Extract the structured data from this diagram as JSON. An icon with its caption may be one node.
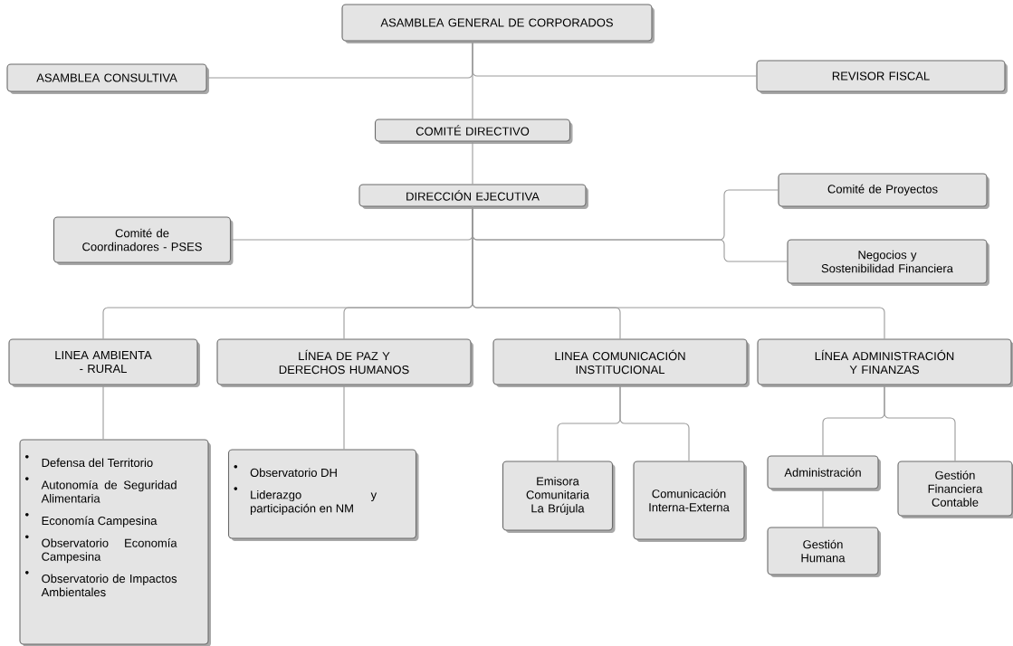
{
  "diagram": {
    "nodes": [
      {
        "text": [
          "ASAMBLEA GENERAL DE CORPORADOS"
        ]
      },
      {
        "text": [
          "ASAMBLEA CONSULTIVA"
        ]
      },
      {
        "text": [
          "REVISOR FISCAL"
        ]
      },
      {
        "text": [
          "COMITÉ DIRECTIVO"
        ]
      },
      {
        "text": [
          "DIRECCIÓN EJECUTIVA"
        ]
      },
      {
        "text": [
          "Comité de Proyectos"
        ]
      },
      {
        "text": [
          "Comité de Coordinadores - PSES"
        ]
      },
      {
        "text": [
          "Negocios y Sostenibilidad Financiera"
        ]
      },
      {
        "text": [
          "LINEA AMBIENTA - RURAL"
        ]
      },
      {
        "text": [
          "LÍNEA DE PAZ Y DERECHOS HUMANOS"
        ]
      },
      {
        "text": [
          "LINEA COMUNICACIÓN INSTITUCIONAL"
        ]
      },
      {
        "text": [
          "LÍNEA ADMINISTRACIÓN Y FINANZAS"
        ]
      },
      {
        "text": [
          "Defensa del Territorio",
          "Autonomía de Seguridad Alimentaria",
          "Economía Campesina",
          "Observatorio Economía Campesina",
          "Observatorio de Impactos Ambientales"
        ]
      },
      {
        "text": [
          "Observatorio DH",
          "Liderazgo y participación en NM"
        ]
      },
      {
        "text": [
          "Emisora Comunitaria La Brújula"
        ]
      },
      {
        "text": [
          "Comunicación Interna-Externa"
        ]
      },
      {
        "text": [
          "Administración"
        ]
      },
      {
        "text": [
          "Gestión Financiera Contable"
        ]
      },
      {
        "text": [
          "Gestión Humana"
        ]
      }
    ],
    "edges": [
      {
        "from": 0,
        "to": 1,
        "arrow": "none"
      },
      {
        "from": 0,
        "to": 2,
        "arrow": "none"
      },
      {
        "from": 0,
        "to": 3,
        "arrow": "none"
      },
      {
        "from": 3,
        "to": 4,
        "arrow": "none"
      },
      {
        "from": 4,
        "to": 6,
        "arrow": "none"
      },
      {
        "from": 4,
        "to": 5,
        "arrow": "none"
      },
      {
        "from": 4,
        "to": 7,
        "arrow": "none"
      },
      {
        "from": 4,
        "to": 8,
        "arrow": "none"
      },
      {
        "from": 4,
        "to": 9,
        "arrow": "none"
      },
      {
        "from": 4,
        "to": 10,
        "arrow": "none"
      },
      {
        "from": 4,
        "to": 11,
        "arrow": "none"
      },
      {
        "from": 8,
        "to": 12,
        "arrow": "none"
      },
      {
        "from": 9,
        "to": 13,
        "arrow": "none"
      },
      {
        "from": 10,
        "to": 14,
        "arrow": "none"
      },
      {
        "from": 10,
        "to": 15,
        "arrow": "none"
      },
      {
        "from": 11,
        "to": 16,
        "arrow": "none"
      },
      {
        "from": 11,
        "to": 17,
        "arrow": "none"
      },
      {
        "from": 16,
        "to": 18,
        "arrow": "none"
      }
    ]
  }
}
